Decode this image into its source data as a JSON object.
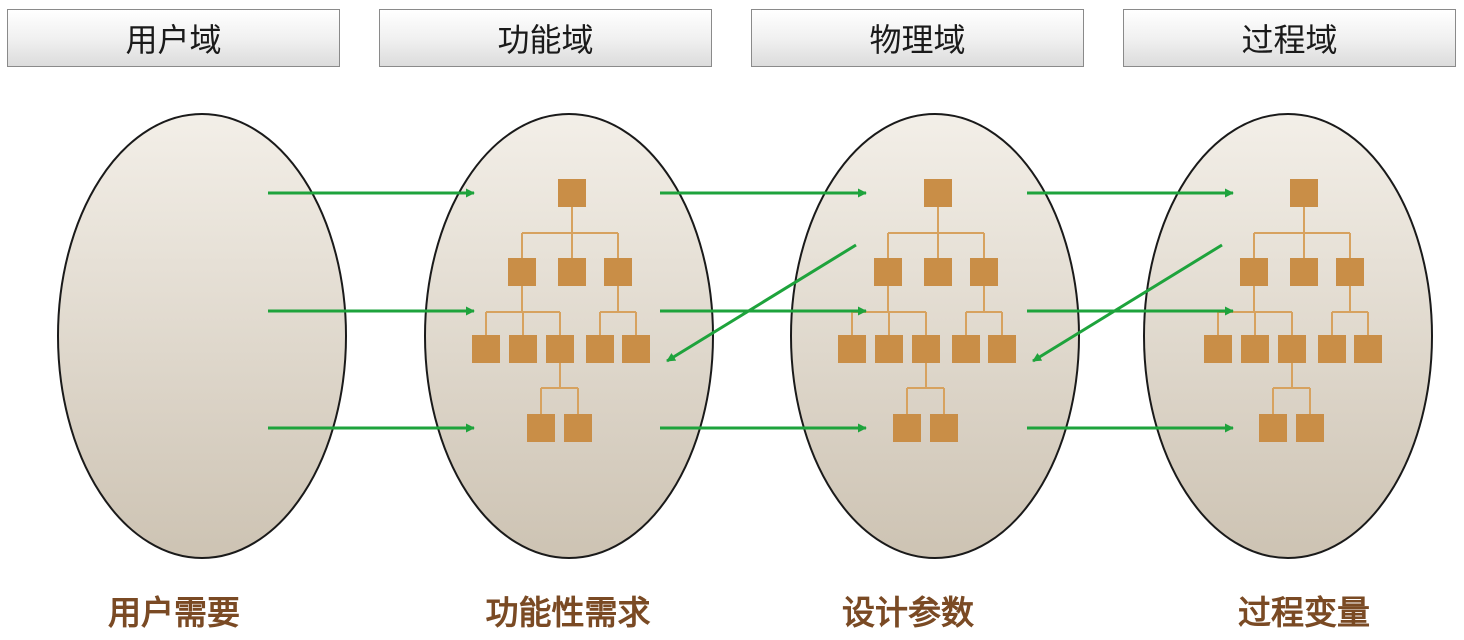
{
  "headers": [
    {
      "label": "用户域"
    },
    {
      "label": "功能域"
    },
    {
      "label": "物理域"
    },
    {
      "label": "过程域"
    }
  ],
  "captions": [
    {
      "label": "用户需要"
    },
    {
      "label": "功能性需求"
    },
    {
      "label": "设计参数"
    },
    {
      "label": "过程变量"
    }
  ],
  "colors": {
    "node_fill": "#c98e47",
    "connector": "#d7a25f",
    "arrow": "#1ea33c",
    "ellipse_stroke": "#1a1a1a",
    "ellipse_top": "#f3efe8",
    "ellipse_bottom": "#cdc3b3",
    "caption_text": "#7a4a24"
  }
}
